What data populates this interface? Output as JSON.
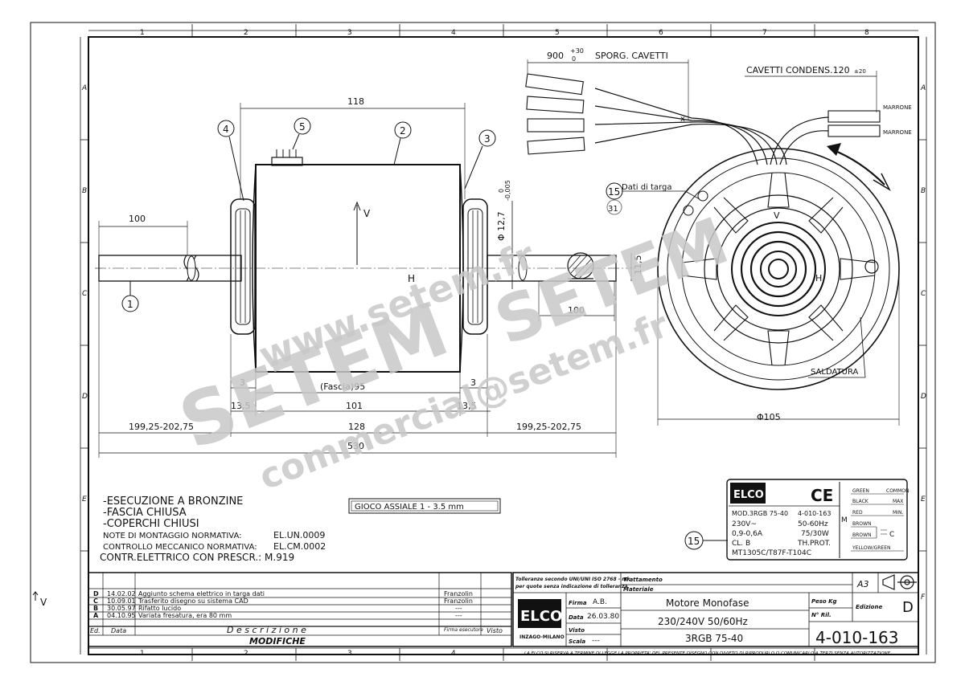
{
  "grid": {
    "columns": [
      "1",
      "2",
      "3",
      "4",
      "5",
      "6",
      "7",
      "8"
    ],
    "rows": [
      "A",
      "B",
      "C",
      "D",
      "E",
      "F"
    ],
    "side_mark": "V"
  },
  "dimensions": {
    "width_118": "118",
    "shaft_100_left": "100",
    "shaft_100_right": "100",
    "cable_length": "900",
    "cable_tol_upper": "+30",
    "cable_tol_lower": "0",
    "cable_label": "SPORG. CAVETTI",
    "cond_cables": "CAVETTI CONDENS.120",
    "cond_tol": "±20",
    "dim_3_left": "3",
    "dim_3_right": "3",
    "dim_13_5_left": "13,5",
    "dim_13_5_right": "13,5",
    "fascia": "(Fascia)95",
    "dim_101": "101",
    "dim_128": "128",
    "dim_199_left": "199,25-202,75",
    "dim_199_right": "199,25-202,75",
    "dim_530": "530",
    "phi_105": "Φ105",
    "shaft_dia": "Φ 12,7",
    "shaft_tol_upper": "0",
    "shaft_tol_lower": "-0,005",
    "flat_11_5": "11,5",
    "v_label": "V",
    "h_label": "H",
    "v_label_side": "V",
    "h_label_side": "H"
  },
  "balloons": [
    "1",
    "2",
    "3",
    "4",
    "5",
    "15",
    "15"
  ],
  "side_view": {
    "dati_targa": "Dati di targa",
    "marrone_1": "MARRONE",
    "marrone_2": "MARRONE",
    "saldatura": "SALDATURA",
    "x_mark": "x",
    "ref_31": "31"
  },
  "notes": {
    "line1": "-ESECUZIONE A BRONZINE",
    "line2": "-FASCIA CHIUSA",
    "line3": "-COPERCHI CHIUSI",
    "montaggio_label": "NOTE DI MONTAGGIO NORMATIVA:",
    "montaggio_value": "EL.UN.0009",
    "controllo_label": "CONTROLLO MECCANICO NORMATIVA:",
    "controllo_value": "EL.CM.0002",
    "contr_elettrico": "CONTR.ELETTRICO CON PRESCR.: M.919",
    "gioco": "GIOCO ASSIALE  1  - 3.5 mm"
  },
  "nameplate": {
    "brand": "ELCO",
    "ce": "CE",
    "mod": "MOD.3RGB 75-40",
    "code": "4-010-163",
    "voltage": "230V~",
    "freq": "50-60Hz",
    "current": "0,9-0,6A",
    "power": "75/30W",
    "class": "CL. B",
    "thprot": "TH.PROT.",
    "model2": "MT1305C/T87F-T104C",
    "m_symbol": "M",
    "cap_symbol": "C",
    "wires": [
      {
        "color": "GREEN",
        "fn": "COMMON"
      },
      {
        "color": "BLACK",
        "fn": "MAX"
      },
      {
        "color": "RED",
        "fn": "MIN."
      },
      {
        "color": "BROWN",
        "fn": ""
      },
      {
        "color": "BROWN",
        "fn": ""
      },
      {
        "color": "YELLOW/GREEN",
        "fn": ""
      }
    ]
  },
  "revisions": [
    {
      "ed": "D",
      "date": "14.02.02",
      "desc": "Aggiunto schema elettrico in targa dati",
      "exec": "Franzolin"
    },
    {
      "ed": "C",
      "date": "10.09.01",
      "desc": "Trasferito disegno su sistema CAD",
      "exec": "Franzolin"
    },
    {
      "ed": "B",
      "date": "30.05.97",
      "desc": "Rifatto lucido",
      "exec": "---"
    },
    {
      "ed": "A",
      "date": "04.10.95",
      "desc": "Variata fresatura, era 80 mm",
      "exec": "---"
    }
  ],
  "rev_headers": {
    "ed": "Ed.",
    "data": "Data",
    "descrizione": "D e s c r i z i o n e",
    "firma": "Firma esecutore",
    "visto": "Visto",
    "modifiche": "MODIFICHE"
  },
  "title_block": {
    "tolleranze_1": "Tolleranze secondo UNI/UNI ISO 2768 - mk",
    "tolleranze_2": "per quote senza indicazione di tolleranza",
    "trattamento": "Trattamento",
    "materiale": "Materiale",
    "logo": "ELCO",
    "logo_sub": "INZAGO-MILANO",
    "firma_label": "Firma",
    "firma_value": "A.B.",
    "data_label": "Data",
    "data_value": "26.03.80",
    "visto_label": "Visto",
    "scala_label": "Scala",
    "scala_value": "---",
    "title": "Motore Monofase",
    "subtitle": "230/240V  50/60Hz",
    "model": "3RGB 75-40",
    "peso_label": "Peso Kg",
    "nrif_label": "N° Ril.",
    "edizione_label": "Edizione",
    "edizione_value": "D",
    "format": "A3",
    "drawing_number": "4-010-163",
    "footer": "LA ELCO SI RISERVA A TERMINE DI LEGGE LA PROPRIETA' DEL PRESENTE DISEGNO CON DIVIETO DI RIPRODURLO O COMUNICARLO A TERZI SENZA AUTORIZZAZIONE"
  },
  "watermark": {
    "url": "www.setem.fr",
    "brand": "SETEM",
    "brand2": "SETEM",
    "email": "commercial@setem.fr"
  }
}
